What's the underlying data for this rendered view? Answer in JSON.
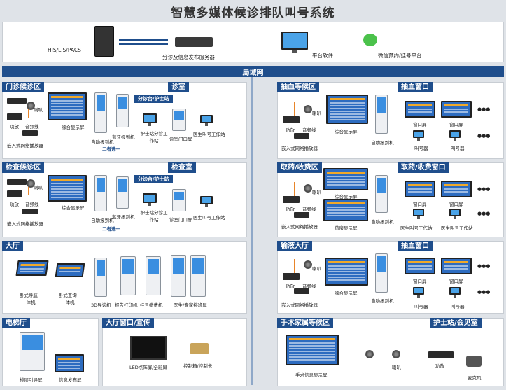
{
  "title": "智慧多媒体候诊排队叫号系统",
  "top": {
    "his": "HIS/LIS/PACS",
    "server": "分诊及信息发布服务器",
    "platform": "平台软件",
    "wechat": "微信预约/挂号平台"
  },
  "lan": "局域网",
  "sections": {
    "mz_wait": "门诊候诊区",
    "mz_room": "诊室",
    "mz_triage": "分诊台/护士站",
    "cx_wait": "抽血等候区",
    "cx_window": "抽血窗口",
    "jc_wait": "检查候诊区",
    "jc_room": "检查室",
    "jc_triage": "分诊台/护士站",
    "qy_wait": "取药/收费区",
    "qy_window": "取药/收费窗口",
    "hall": "大厅",
    "sy_hall": "输液大厅",
    "sy_window": "抽血窗口",
    "elevator": "电梯厅",
    "hall_window": "大厅窗口/宣传",
    "family": "手术家属等候区",
    "nurse": "护士站/会见室"
  },
  "labels": {
    "speaker": "喇叭",
    "amp": "功放",
    "audio": "音频线",
    "player": "嵌入式网络播放器",
    "combo_screen": "综合显示屏",
    "self_checkin": "自助报到机",
    "nurse_ws": "护士站分诊工作站",
    "room_screen": "诊室门口屏",
    "doc_ws": "医生叫号工作站",
    "either": "二者选一",
    "bluetooth": "蓝牙报到机",
    "window_screen": "窗口屏",
    "caller": "叫号器",
    "drug_screen": "药房显示屏",
    "nurse_call_ws": "医生叫号工作站",
    "touch_nav": "卧式导航一体机",
    "touch_query": "卧式查询一体机",
    "guide3d": "3D导诊机",
    "report_printer": "报告打印机",
    "pay_machine": "挂号缴费机",
    "doctor_sched": "医生/专家排班屏",
    "floor_guide": "楼层引导屏",
    "info_release": "信息发布屏",
    "led": "LED点阵屏/全彩屏",
    "control_card": "控制箱/控制卡",
    "surgery_info": "手术信息显示屏",
    "mic": "麦克风",
    "dots": "●●●"
  },
  "colors": {
    "header": "#1f4e8c",
    "panel_border": "#c8cdd3",
    "lan_bar": "#1f4e8c"
  }
}
